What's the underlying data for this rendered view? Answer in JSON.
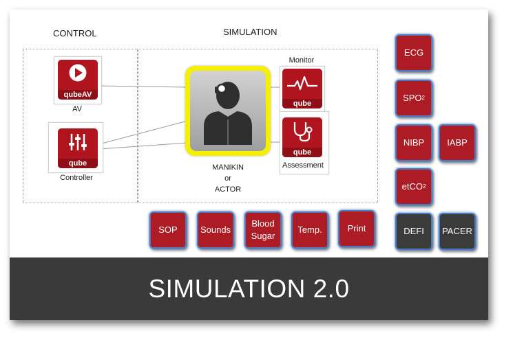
{
  "headings": {
    "control": "CONTROL",
    "simulation": "SIMULATION"
  },
  "modules": {
    "av": {
      "tile_text": "qubeAV",
      "label": "AV"
    },
    "controller": {
      "tile_text": "qube",
      "label": "Controller"
    },
    "monitor": {
      "tile_text": "qube",
      "label": "Monitor"
    },
    "assessment": {
      "tile_text": "qube",
      "label": "Assessment"
    },
    "manikin": {
      "line1": "MANIKIN",
      "line2": "or",
      "line3": "ACTOR"
    }
  },
  "right_buttons": {
    "ecg": "ECG",
    "spo2": {
      "main": "SPO",
      "sup": "2"
    },
    "nibp": "NIBP",
    "iabp": "IABP",
    "etco2": {
      "main": "etCO",
      "sup": "2"
    },
    "defi": "DEFI",
    "pacer": "PACER"
  },
  "bottom_buttons": {
    "sop": "SOP",
    "sounds": "Sounds",
    "blood_sugar": {
      "line1": "Blood",
      "line2": "Sugar"
    },
    "temp": "Temp.",
    "print": "Print"
  },
  "footer": {
    "title": "SIMULATION 2.0"
  },
  "colors": {
    "tile_red": "#b0151f",
    "button_red": "#ad1c24",
    "button_dark": "#3b3b3b",
    "button_border": "#4a7ac0",
    "highlight_yellow": "#f5ef00",
    "footer_bg": "#3a3a3a"
  }
}
